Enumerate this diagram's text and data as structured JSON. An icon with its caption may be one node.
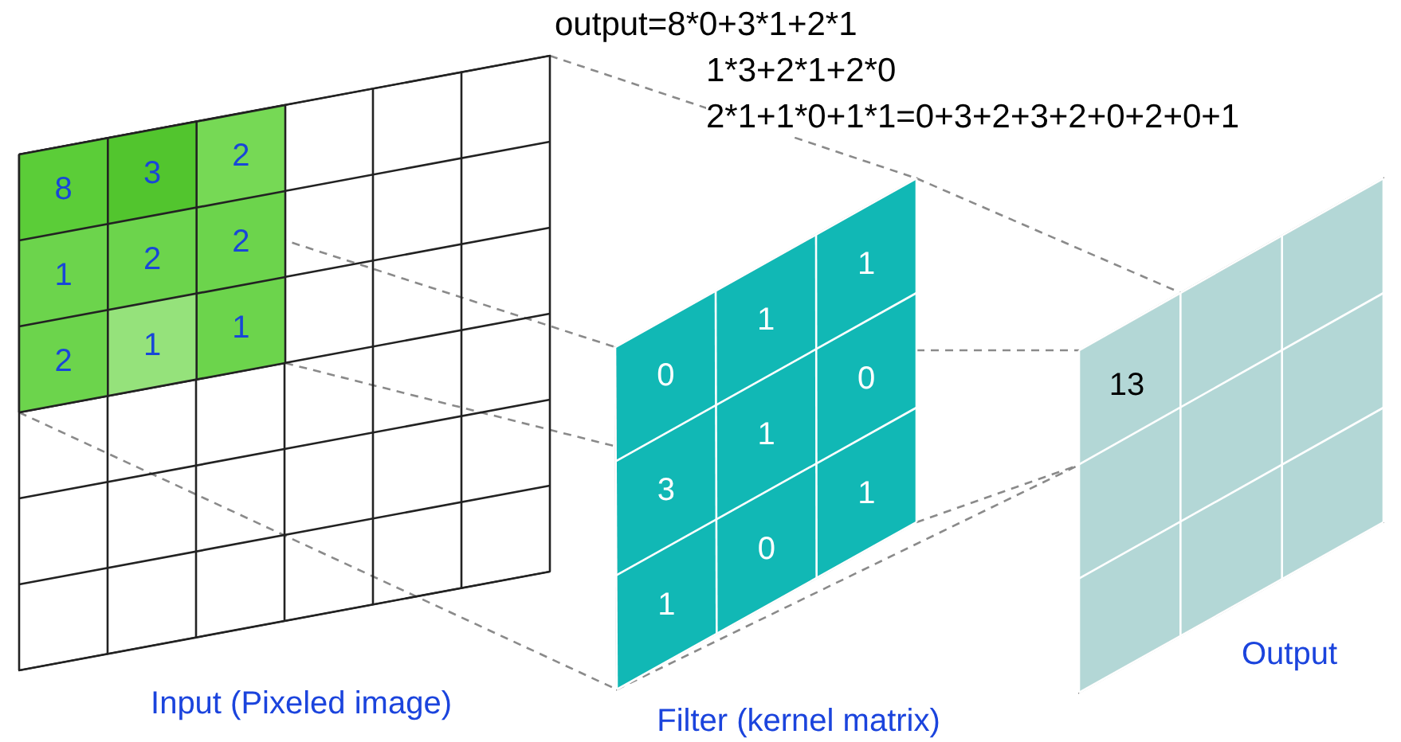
{
  "diagram": {
    "nodes": [
      {
        "text": [
          "Input (Pixeled image)"
        ]
      },
      {
        "text": [
          "8",
          "3",
          "2",
          "1",
          "2",
          "2",
          "2",
          "1",
          "1"
        ],
        "in": 0
      },
      {
        "text": [
          "0",
          "1",
          "1",
          "3",
          "1",
          "0",
          "1",
          "0",
          "1",
          "Filter (kernel matrix)"
        ]
      },
      {
        "text": [
          "Output"
        ]
      },
      {
        "text": [
          "13"
        ],
        "in": 3
      }
    ],
    "edges": [
      {
        "from": 1,
        "to": 2,
        "arrow": "none",
        "style": "dashed"
      },
      {
        "from": 1,
        "to": 2,
        "arrow": "none",
        "style": "dashed"
      },
      {
        "from": 1,
        "to": 2,
        "arrow": "none",
        "style": "dashed"
      },
      {
        "from": 0,
        "to": 2,
        "arrow": "none",
        "style": "dashed"
      },
      {
        "from": 2,
        "to": 4,
        "arrow": "none",
        "style": "dashed"
      },
      {
        "from": 2,
        "to": 4,
        "arrow": "none",
        "style": "dashed"
      },
      {
        "from": 2,
        "to": 4,
        "arrow": "none",
        "style": "dashed"
      },
      {
        "from": 2,
        "to": 4,
        "arrow": "none",
        "style": "dashed"
      }
    ],
    "labels": [
      "output=8*0+3*1+2*1",
      "1*3+2*1+2*0",
      "2*1+1*0+1*1=0+3+2+3+2+0+2+0+1"
    ]
  }
}
